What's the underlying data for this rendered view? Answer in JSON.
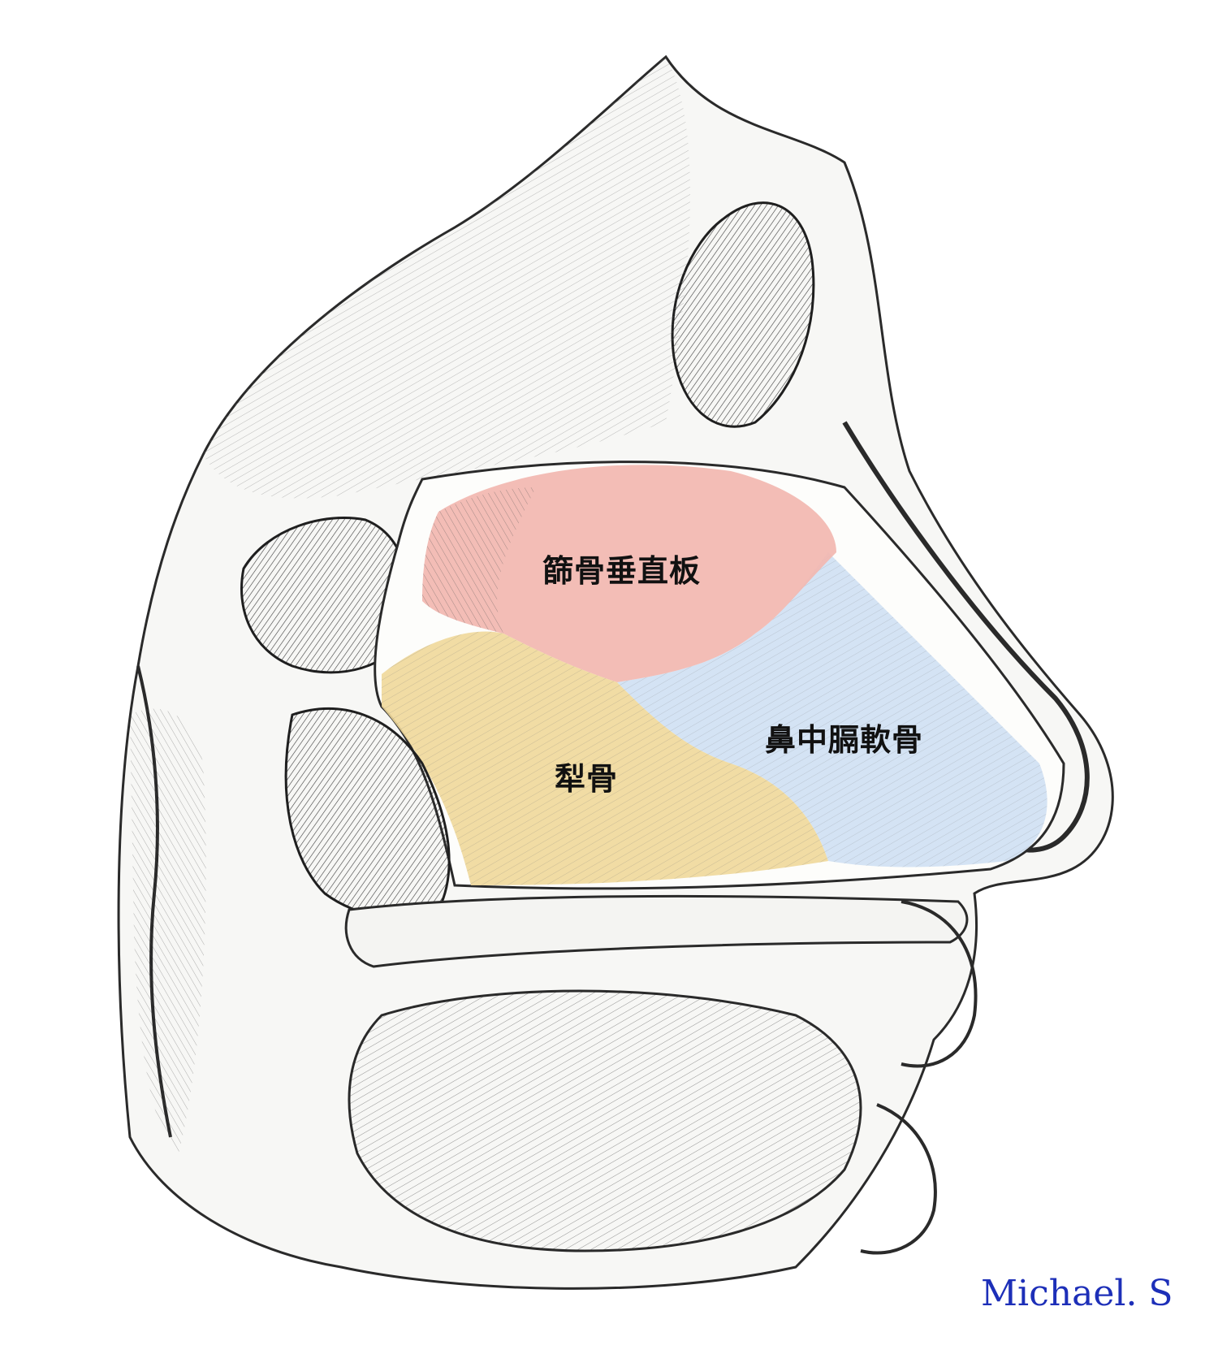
{
  "labels": {
    "ethmoid_plate": "篩骨垂直板",
    "septal_cartilage": "鼻中膈軟骨",
    "vomer": "犁骨"
  },
  "signature": "Michael. S",
  "colors": {
    "ethmoid_plate": "#f2b7b0",
    "septal_cartilage": "#cfe0f3",
    "vomer": "#efd89a",
    "ink": "#2a2a2a",
    "signature": "#1d2fb8"
  }
}
